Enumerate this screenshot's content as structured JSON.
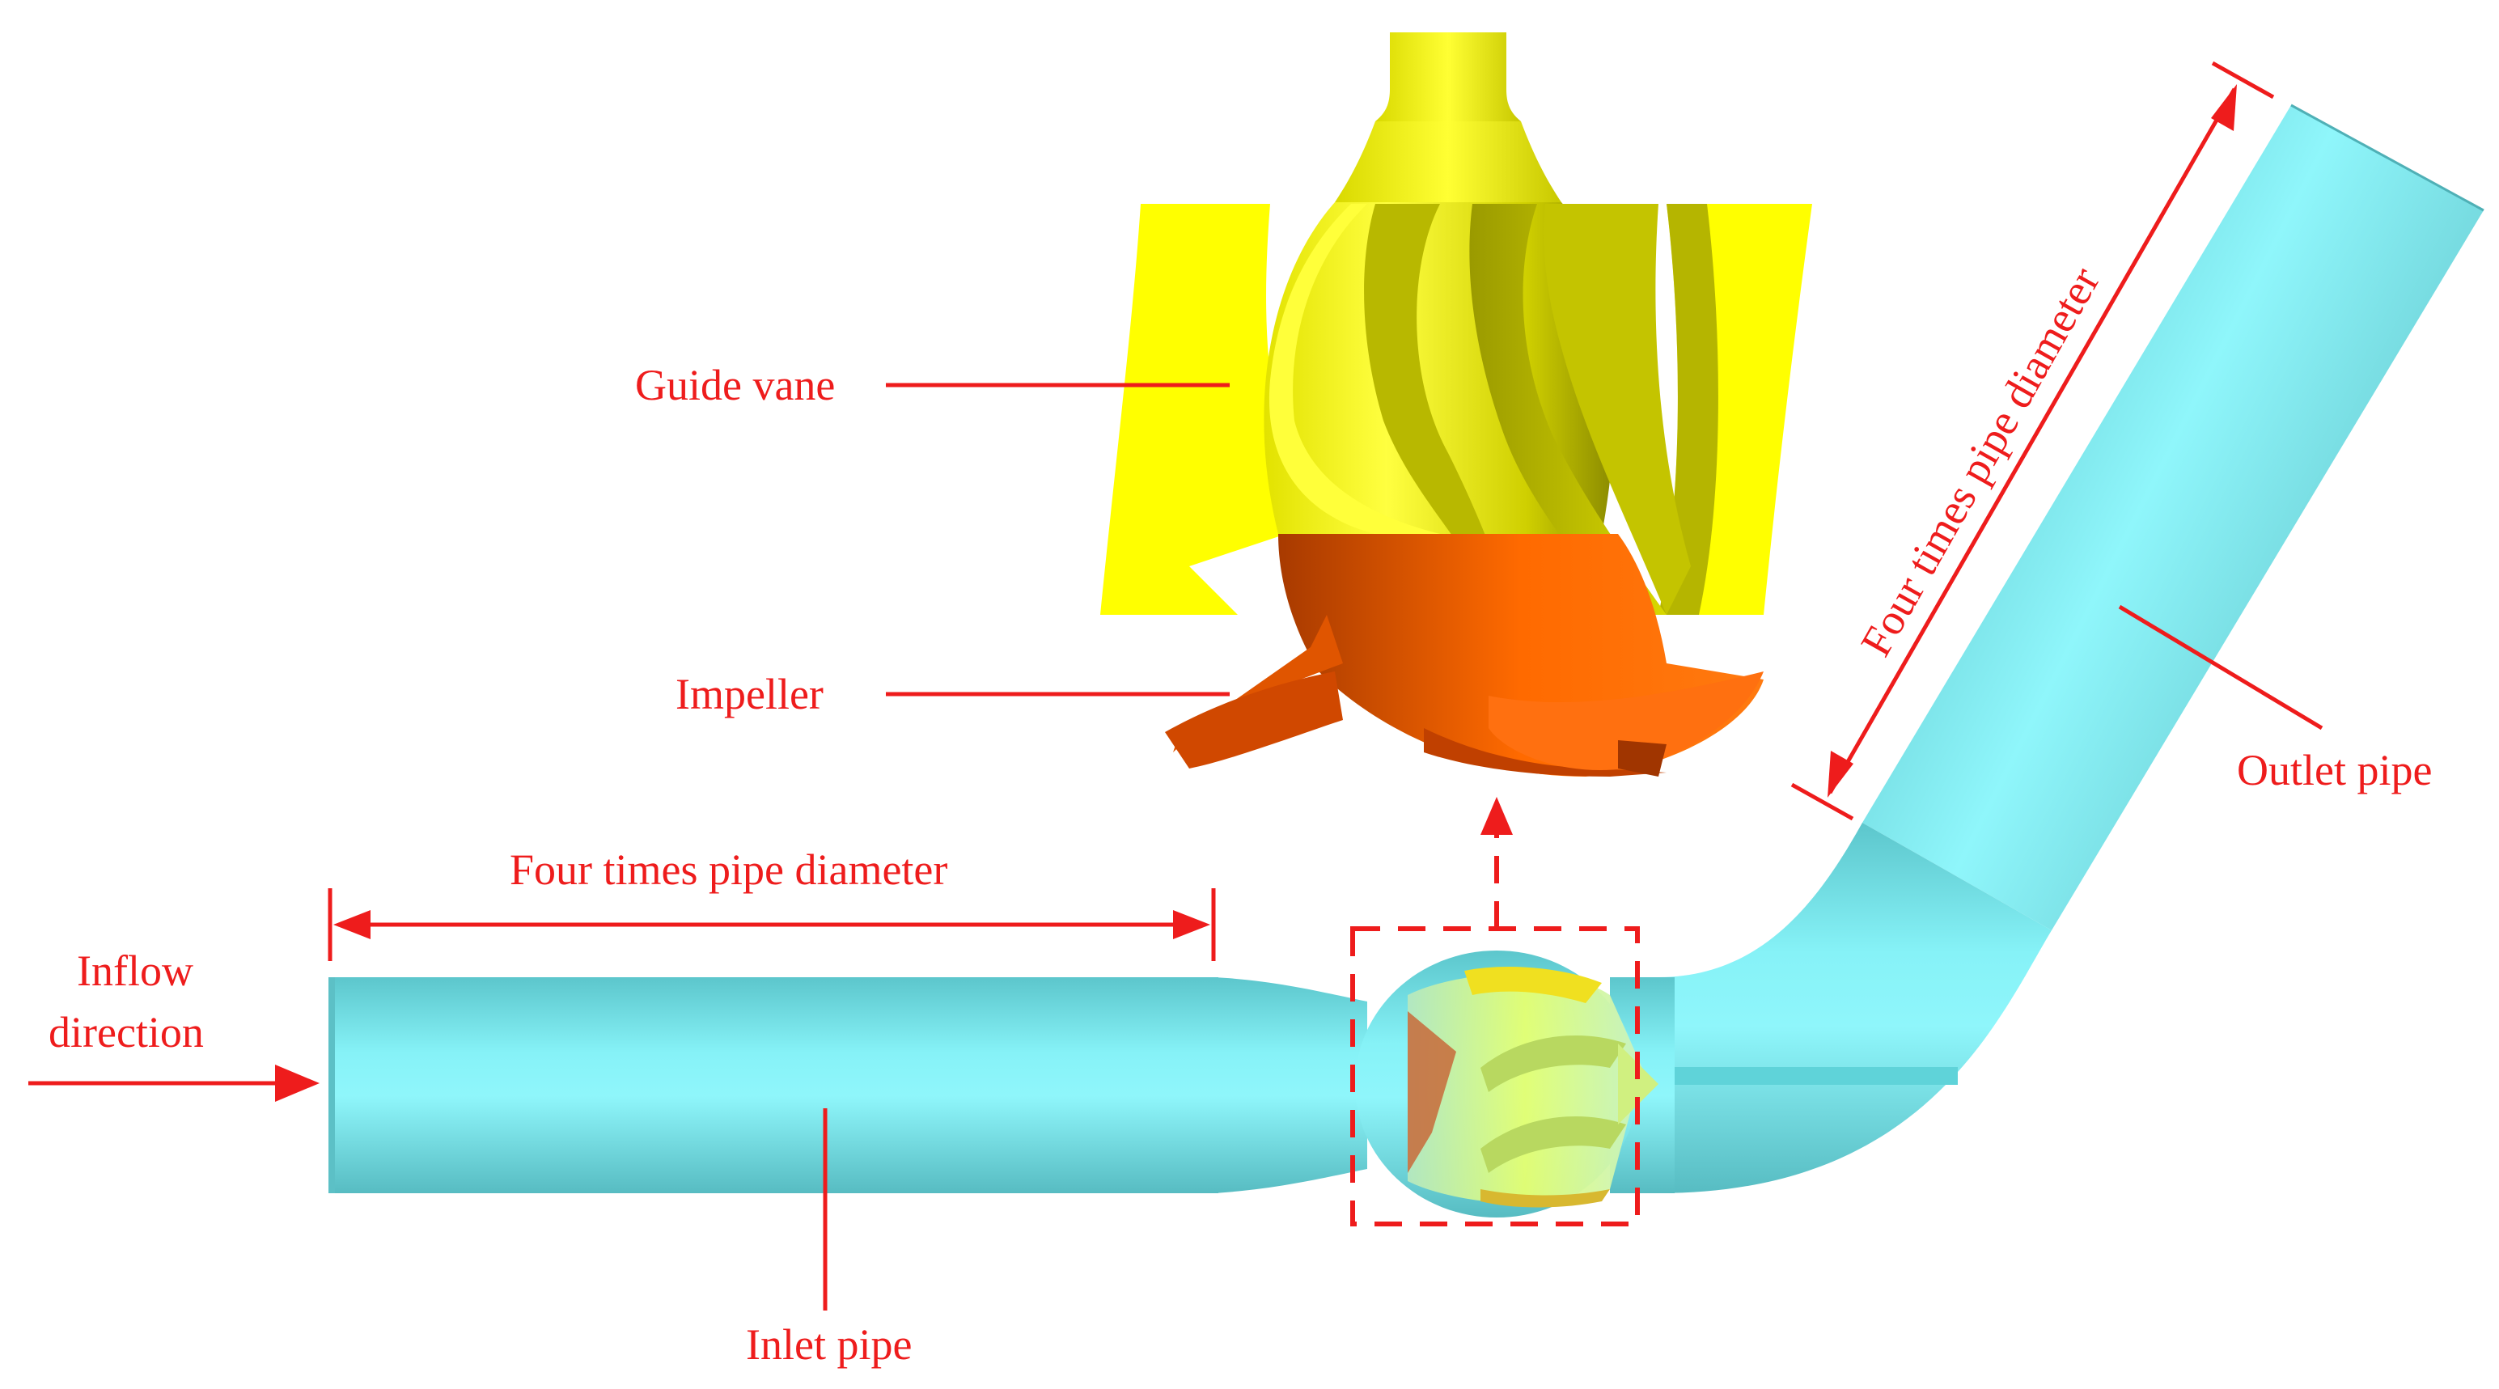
{
  "labels": {
    "guide_vane": "Guide vane",
    "impeller": "Impeller",
    "inflow_line1": "Inflow",
    "inflow_line2": "direction",
    "inlet_pipe": "Inlet pipe",
    "outlet_pipe": "Outlet pipe",
    "four_times_horizontal": "Four times pipe diameter",
    "four_times_diagonal": "Four times pipe diameter"
  },
  "colors": {
    "annotation": "#ee1c1c",
    "pipe": "#7fe8ef",
    "guide_vane": "#ffff00",
    "impeller": "#ff6a00"
  }
}
